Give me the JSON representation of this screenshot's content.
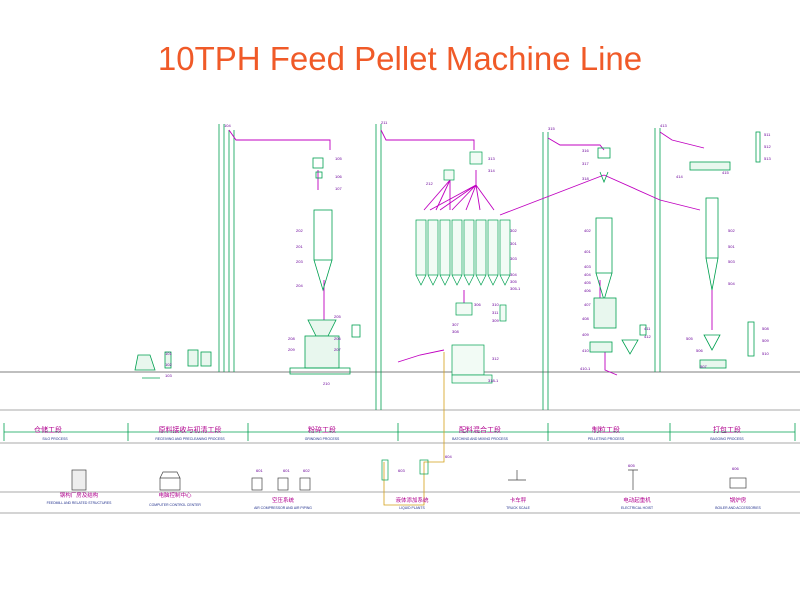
{
  "title": "10TPH Feed Pellet Machine Line",
  "sections": [
    {
      "label": "仓储工段",
      "sub": "SILO PROCESS"
    },
    {
      "label": "原料接收与初清工段",
      "sub": "RECEIVING AND PRECLEANING PROCESS"
    },
    {
      "label": "粉碎工段",
      "sub": "GRINDING PROCESS"
    },
    {
      "label": "配料混合工段",
      "sub": "BATCHING AND MIXING PROCESS"
    },
    {
      "label": "制粒工段",
      "sub": "PELLETING PROCESS"
    },
    {
      "label": "打包工段",
      "sub": "BAGGING PROCESS"
    }
  ],
  "aux_equipment": [
    {
      "label": "钢构厂房及结构",
      "sub": "FEEDMILL AND RELATED STRUCTURES"
    },
    {
      "label": "电脑控制中心",
      "sub": "COMPUTER CONTROL CENTER"
    },
    {
      "label": "空压系统",
      "sub": "AIR COMPRESSOR    AND AIR PIPING"
    },
    {
      "label": "液体添加系统",
      "sub": "LIQUID PLANTS"
    },
    {
      "label": "卡车秤",
      "sub": "TRUCK SCALE"
    },
    {
      "label": "电动起重机",
      "sub": "ELECTRICAL HOIST"
    },
    {
      "label": "锅炉房",
      "sub": "BOILER    AND ACCESSORIES"
    }
  ],
  "tags": {
    "t101": "101",
    "t102": "102",
    "t103": "103",
    "t104": "104",
    "t105": "105",
    "t106": "106",
    "t107": "107",
    "t201": "201",
    "t202": "202",
    "t203": "203",
    "t204": "204",
    "t205": "205",
    "t206": "206",
    "t207": "207",
    "t208": "208",
    "t209": "209",
    "t210": "210",
    "t211": "211",
    "t212": "212",
    "t301": "301",
    "t302": "302",
    "t303": "303",
    "t304": "304",
    "t305": "305",
    "t305b": "305-1",
    "t306": "306",
    "t307": "307",
    "t308": "308",
    "t309": "309",
    "t310": "310",
    "t311": "311",
    "t312": "312",
    "t313": "313",
    "t314": "314",
    "t315": "315",
    "t316": "316",
    "t317": "317",
    "t318": "318",
    "t318b": "318-1",
    "t401": "401",
    "t402": "402",
    "t403": "403",
    "t404": "404",
    "t405": "405",
    "t406": "406",
    "t407": "407",
    "t408": "408",
    "t409": "409",
    "t410": "410",
    "t410b": "410-1",
    "t411": "411",
    "t412": "412",
    "t413": "413",
    "t414": "414",
    "t415": "415",
    "t501": "501",
    "t502": "502",
    "t503": "503",
    "t504": "504",
    "t505": "505",
    "t506": "506",
    "t507": "507",
    "t508": "508",
    "t509": "509",
    "t510": "510",
    "t511": "511",
    "t512": "512",
    "t513": "513",
    "t601": "601",
    "t602": "602",
    "t603": "603",
    "t604": "604",
    "t605": "605",
    "t606": "606"
  },
  "colors": {
    "title": "#f05a28",
    "pipe": "#c000c0",
    "equipment": "#00a050",
    "structure": "#555555",
    "section_label": "#b0008e",
    "sub_label": "#1d2d8a",
    "liquid_line": "#d4a017"
  }
}
